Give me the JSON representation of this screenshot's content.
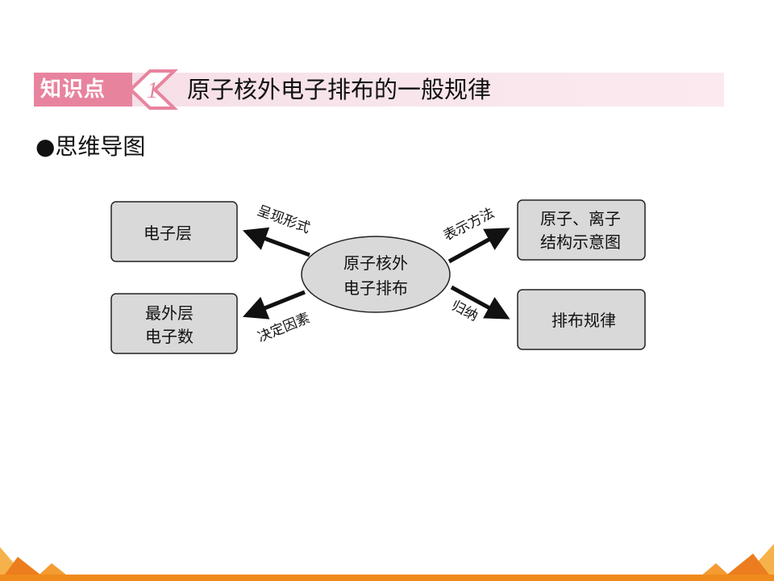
{
  "header": {
    "tag_label": "知识点",
    "tag_number": "1",
    "title": "原子核外电子排布的一般规律"
  },
  "section": {
    "heading": "●思维导图"
  },
  "diagram": {
    "center": [
      "原子核外",
      "电子排布"
    ],
    "nodes": {
      "top_left": [
        "电子层"
      ],
      "bottom_left": [
        "最外层",
        "电子数"
      ],
      "top_right": [
        "原子、离子",
        "结构示意图"
      ],
      "bottom_right": [
        "排布规律"
      ]
    },
    "edges": {
      "top_left": "呈现形式",
      "bottom_left": "决定因素",
      "top_right": "表示方法",
      "bottom_right": "归纳"
    }
  },
  "colors": {
    "tag_pink": "#e8839e",
    "band_pink": "#f6dde6",
    "box_fill": "#d9d9d9",
    "footer_orange": "#f08a1c"
  }
}
